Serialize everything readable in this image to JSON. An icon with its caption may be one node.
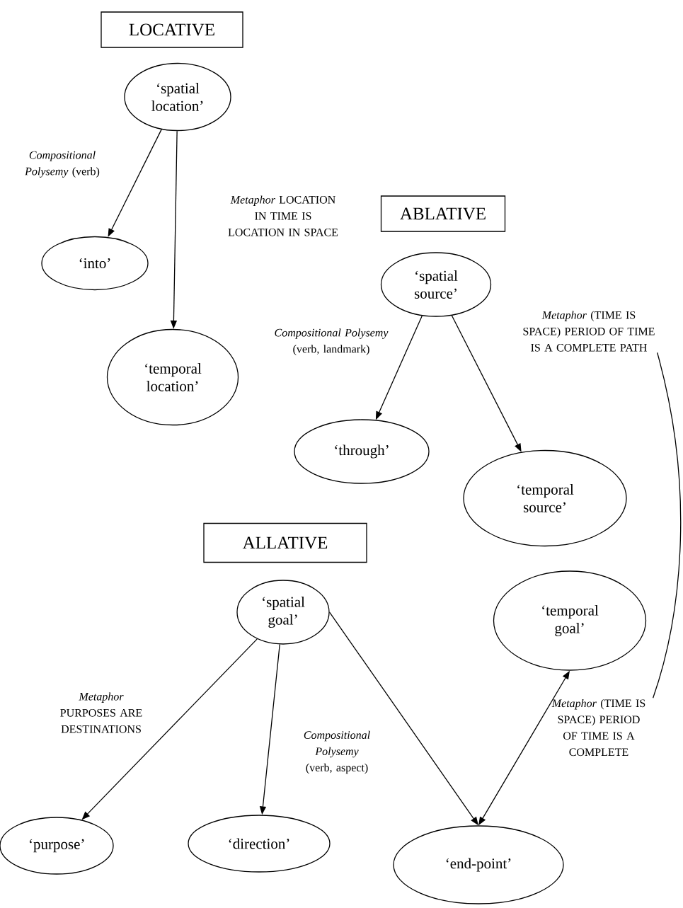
{
  "diagram": {
    "nodes": [
      {
        "text": [
          "LOCATIVE"
        ]
      },
      {
        "text": [
          "‘spatial location’"
        ]
      },
      {
        "text": [
          "‘into’"
        ]
      },
      {
        "text": [
          "‘temporal location’"
        ]
      },
      {
        "text": [
          "ABLATIVE"
        ]
      },
      {
        "text": [
          "‘spatial source’"
        ]
      },
      {
        "text": [
          "‘through’"
        ]
      },
      {
        "text": [
          "‘temporal source’"
        ]
      },
      {
        "text": [
          "ALLATIVE"
        ]
      },
      {
        "text": [
          "‘spatial goal’"
        ]
      },
      {
        "text": [
          "‘temporal goal’"
        ]
      },
      {
        "text": [
          "‘purpose’"
        ]
      },
      {
        "text": [
          "‘direction’"
        ]
      },
      {
        "text": [
          "‘end-point’"
        ]
      },
      {
        "text": [
          "*Metaphor* (TIME IS SPACE) PERIOD OF TIME IS A COMPLETE PATH"
        ]
      },
      {
        "text": [
          "*Metaphor* (TIME IS SPACE) PERIOD OF TIME IS A COMPLETE"
        ]
      }
    ],
    "edges": [
      {
        "from": 1,
        "to": 2,
        "arrow": "to",
        "label": "*Compositional Polysemy* (verb)"
      },
      {
        "from": 1,
        "to": 3,
        "arrow": "to",
        "label": "*Metaphor* LOCATION IN TIME IS LOCATION IN SPACE"
      },
      {
        "from": 5,
        "to": 6,
        "arrow": "to",
        "label": "*Compositional Polysemy* (verb, landmark)"
      },
      {
        "from": 5,
        "to": 7,
        "arrow": "to"
      },
      {
        "from": 9,
        "to": 11,
        "arrow": "to",
        "label": "*Metaphor* PURPOSES ARE DESTINATIONS"
      },
      {
        "from": 9,
        "to": 12,
        "arrow": "to",
        "label": "*Compositional Polysemy* (verb, aspect)"
      },
      {
        "from": 9,
        "to": 13,
        "arrow": "to"
      },
      {
        "from": 13,
        "to": 10,
        "arrow": "both"
      },
      {
        "from": 14,
        "to": 15,
        "arrow": "none"
      }
    ]
  }
}
